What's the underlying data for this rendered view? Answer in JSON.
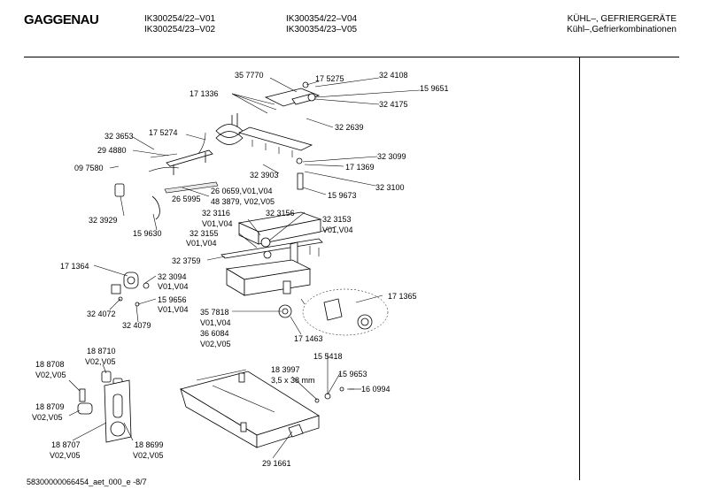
{
  "header": {
    "brand": "GAGGENAU",
    "col1": [
      "IK300254/22–V01",
      "IK300254/23–V02"
    ],
    "col2": [
      "IK300354/22–V04",
      "IK300354/23–V05"
    ],
    "col3": [
      "KÜHL–, GEFRIERGERÄTE",
      "Kühl–,Gefrierkombinationen"
    ]
  },
  "footer": {
    "doc_id": "58300000066454_aet_000_e -8/7"
  },
  "labels": [
    [
      "35 7770"
    ],
    [
      "17 5275"
    ],
    [
      "32 4108"
    ],
    [
      "17 1336"
    ],
    [
      "15 9651"
    ],
    [
      "32 4175"
    ],
    [
      "32 2639"
    ],
    [
      "32 3653"
    ],
    [
      "17 5274"
    ],
    [
      "29 4880"
    ],
    [
      "32 3099"
    ],
    [
      "09 7580"
    ],
    [
      "17 1369"
    ],
    [
      "32 3903"
    ],
    [
      "32 3100"
    ],
    [
      "15 9673"
    ],
    [
      "26 5995"
    ],
    [
      "26 0659,V01,V04"
    ],
    [
      "48 3879, V02,V05"
    ],
    [
      "32 3929"
    ],
    [
      "15 9630"
    ],
    [
      "32 3116",
      "V01,V04"
    ],
    [
      "32 3156"
    ],
    [
      "32 3153",
      "V01,V04"
    ],
    [
      "32 3155",
      "V01,V04"
    ],
    [
      "32 3759"
    ],
    [
      "17 1364"
    ],
    [
      "32 3094",
      "V01,V04"
    ],
    [
      "15 9656",
      "V01,V04"
    ],
    [
      "32 4072"
    ],
    [
      "32 4079"
    ],
    [
      "17 1365"
    ],
    [
      "35 7818",
      "V01,V04",
      "36 6084",
      "V02,V05"
    ],
    [
      "17 1463"
    ],
    [
      "18 8710",
      "V02,V05"
    ],
    [
      "18 8708",
      "V02,V05"
    ],
    [
      "15 5418"
    ],
    [
      "18 3997",
      "3,5 x 38 mm"
    ],
    [
      "15 9653"
    ],
    [
      "16 0994"
    ],
    [
      "18 8709",
      "V02,V05"
    ],
    [
      "18 8707",
      "V02,V05"
    ],
    [
      "18 8699",
      "V02,V05"
    ],
    [
      "29 1661"
    ]
  ]
}
